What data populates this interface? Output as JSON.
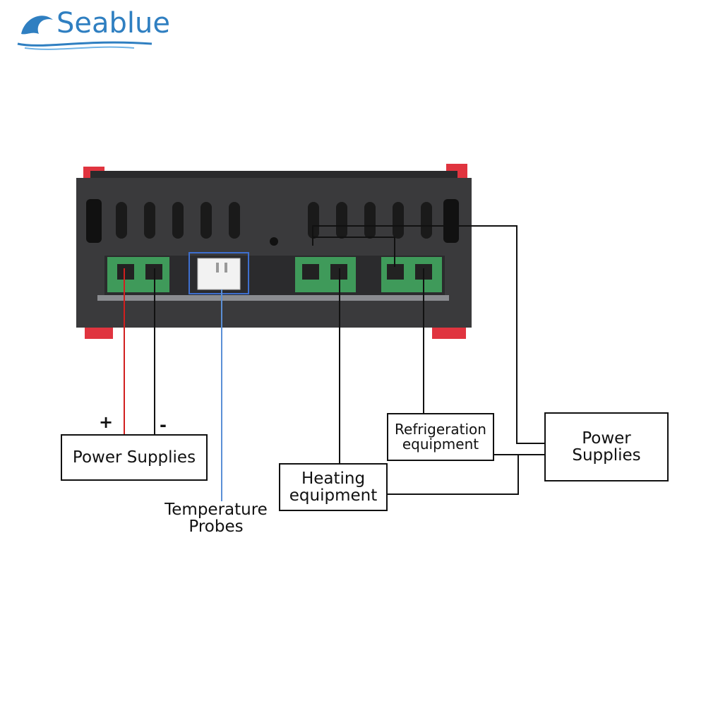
{
  "brand": {
    "name": "Seablue",
    "color": "#2f7fc1"
  },
  "labels": {
    "power_left": "Power Supplies",
    "plus": "+",
    "minus": "-",
    "probe_line1": "Temperature",
    "probe_line2": "Probes",
    "heating_line1": "Heating",
    "heating_line2": "equipment",
    "refrig_line1": "Refrigeration",
    "refrig_line2": "equipment",
    "power_right_line1": "Power",
    "power_right_line2": "Supplies"
  },
  "colors": {
    "device_body": "#3a3a3c",
    "terminal_green": "#3f9a5a",
    "corner_red": "#e0343f",
    "wire_positive": "#d11f1f",
    "wire_negative": "#111111",
    "wire_probe": "#5b8fd6",
    "probe_highlight": "#3e6fcf"
  }
}
